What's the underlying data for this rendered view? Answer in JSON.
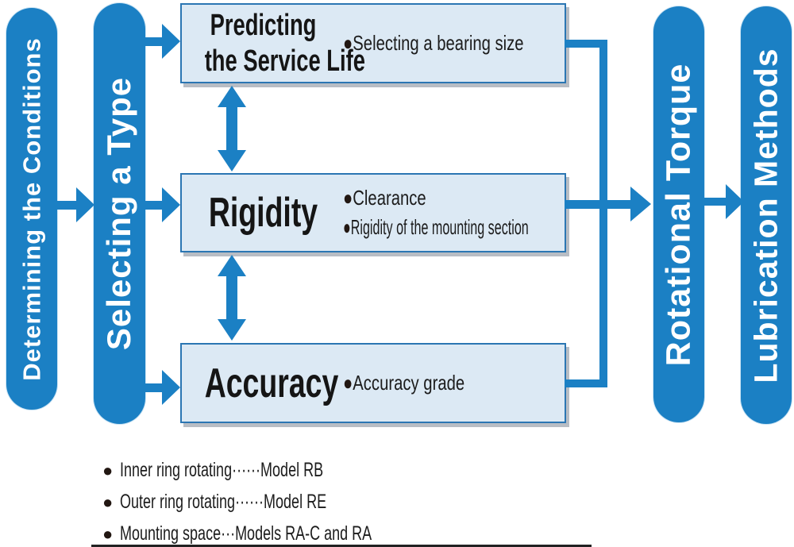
{
  "colors": {
    "accent_blue": "#1b80c4",
    "box_fill": "#dce9f4",
    "box_border": "#2b76b3",
    "text": "#1c1c1c",
    "pill_text": "#ffffff"
  },
  "glyphs": {
    "bullet": "●"
  },
  "pills": {
    "determining": "Determining the Conditions",
    "selecting": "Selecting a Type",
    "rotational": "Rotational Torque",
    "lubrication": "Lubrication Methods"
  },
  "boxes": {
    "service_life": {
      "title_line1": "Predicting",
      "title_line2": "the Service Life",
      "bullets": [
        "Selecting a bearing size"
      ]
    },
    "rigidity": {
      "title": "Rigidity",
      "bullets": [
        "Clearance",
        "Rigidity of the mounting section"
      ]
    },
    "accuracy": {
      "title": "Accuracy",
      "bullets": [
        "Accuracy grade"
      ]
    }
  },
  "legend": [
    "Inner ring rotating······Model RB",
    "Outer ring rotating······Model RE",
    "Mounting space···Models RA-C and RA"
  ]
}
